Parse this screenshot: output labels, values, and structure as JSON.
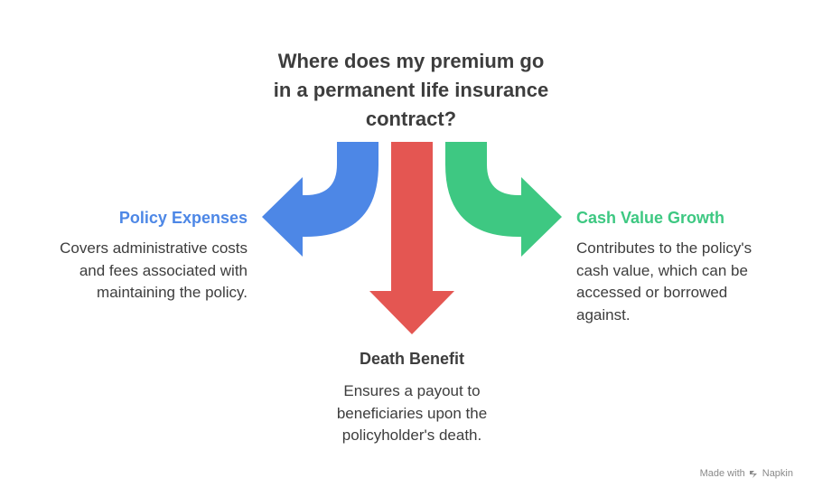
{
  "title": {
    "lines": [
      "Where does my premium go",
      "in a permanent life insurance",
      "contract?"
    ]
  },
  "branches": {
    "left": {
      "label": "Policy Expenses",
      "description": [
        "Covers administrative costs",
        "and fees associated with",
        "maintaining the policy."
      ],
      "color": "#4d87e6"
    },
    "center": {
      "label": "Death Benefit",
      "description": [
        "Ensures a payout to",
        "beneficiaries upon the",
        "policyholder's death."
      ],
      "color": "#e45652"
    },
    "right": {
      "label": "Cash Value Growth",
      "description": [
        "Contributes to the policy's",
        "cash value, which can be",
        "accessed or borrowed",
        "against."
      ],
      "color": "#3ec882"
    }
  },
  "watermark": {
    "prefix": "Made with",
    "brand": "Napkin",
    "icon": "napkin-logo-icon"
  }
}
